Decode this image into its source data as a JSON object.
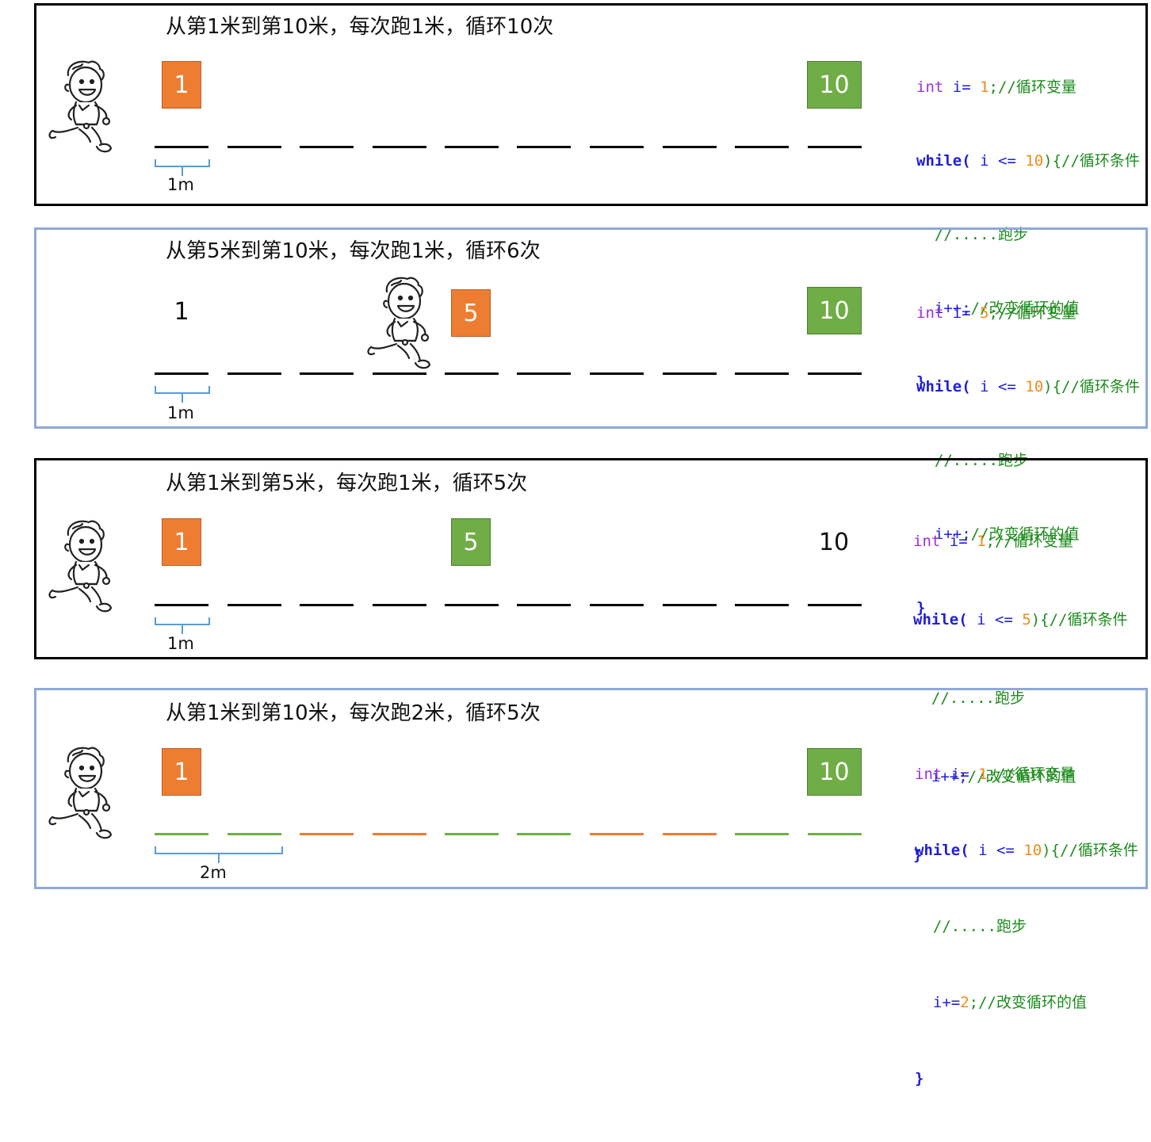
{
  "colors": {
    "orange": "#ed7d31",
    "green": "#70ad47",
    "blue_border": "#8fa9d8",
    "brace": "#5b9bd5"
  },
  "icons": {
    "runner": "running-boy-icon"
  },
  "panels": [
    {
      "title": "从第1米到第10米，每次跑1米，循环10次",
      "start_label": "1",
      "mid_label": "",
      "end_label": "10",
      "unit_label": "1m",
      "code": {
        "init_kw": "int",
        "init_var": " i= ",
        "init_val": "1",
        "init_rest": ";//循环变量",
        "while_kw": "while(",
        "cond": " i <= ",
        "cond_val": "10",
        "cond_rest": "){//循环条件",
        "body1": "//.....跑步",
        "body2_a": "i++;",
        "body2_val": "",
        "body2_b": "//改变循环的值",
        "close": "}"
      }
    },
    {
      "title": "从第5米到第10米，每次跑1米，循环6次",
      "start_label": "1",
      "mid_label": "5",
      "end_label": "10",
      "unit_label": "1m",
      "code": {
        "init_kw": "int",
        "init_var": " i= ",
        "init_val": "5",
        "init_rest": ";//循环变量",
        "while_kw": "while(",
        "cond": " i <= ",
        "cond_val": "10",
        "cond_rest": "){//循环条件",
        "body1": "//.....跑步",
        "body2_a": "i++;",
        "body2_val": "",
        "body2_b": "//改变循环的值",
        "close": "}"
      }
    },
    {
      "title": "从第1米到第5米，每次跑1米，循环5次",
      "start_label": "1",
      "mid_label": "5",
      "end_label": "10",
      "unit_label": "1m",
      "code": {
        "init_kw": "int",
        "init_var": " i= ",
        "init_val": "1",
        "init_rest": ";//循环变量",
        "while_kw": "while(",
        "cond": " i <= ",
        "cond_val": "5",
        "cond_rest": "){//循环条件",
        "body1": "//.....跑步",
        "body2_a": "i++;",
        "body2_val": "",
        "body2_b": "//改变循环的值",
        "close": "}"
      }
    },
    {
      "title": "从第1米到第10米，每次跑2米，循环5次",
      "start_label": "1",
      "mid_label": "",
      "end_label": "10",
      "unit_label": "2m",
      "code": {
        "init_kw": "int",
        "init_var": " i= ",
        "init_val": "1",
        "init_rest": ";//循环变量",
        "while_kw": "while(",
        "cond": " i <= ",
        "cond_val": "10",
        "cond_rest": "){//循环条件",
        "body1": "//.....跑步",
        "body2_a": "i+=",
        "body2_val": "2",
        "body2_b": ";//改变循环的值",
        "close": "}"
      }
    }
  ]
}
